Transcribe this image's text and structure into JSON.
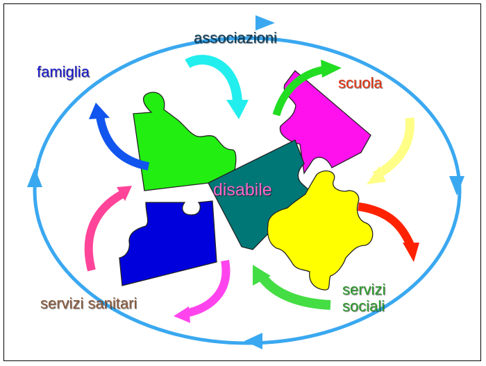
{
  "diagram": {
    "center_label": "disabile",
    "nodes": {
      "associazioni": "associazioni",
      "famiglia": "famiglia",
      "scuola": "scuola",
      "servizi_sociali_line1": "servizi",
      "servizi_sociali_line2": "sociali",
      "servizi_sanitari": "servizi sanitari"
    },
    "colors": {
      "ring": "#3aa8f0",
      "piece_green": "#22ee11",
      "piece_magenta": "#ff11ee",
      "piece_teal": "#007777",
      "piece_yellow": "#ffff00",
      "piece_blue": "#0000dd",
      "arrow_cyan": "#22eeee",
      "arrow_green": "#22dd22",
      "arrow_light_yellow": "#ffff88",
      "arrow_red": "#ff2200",
      "arrow_lime": "#44dd44",
      "arrow_magenta": "#ff44ee",
      "arrow_pink": "#ff4499",
      "arrow_blue": "#1155ee"
    }
  }
}
